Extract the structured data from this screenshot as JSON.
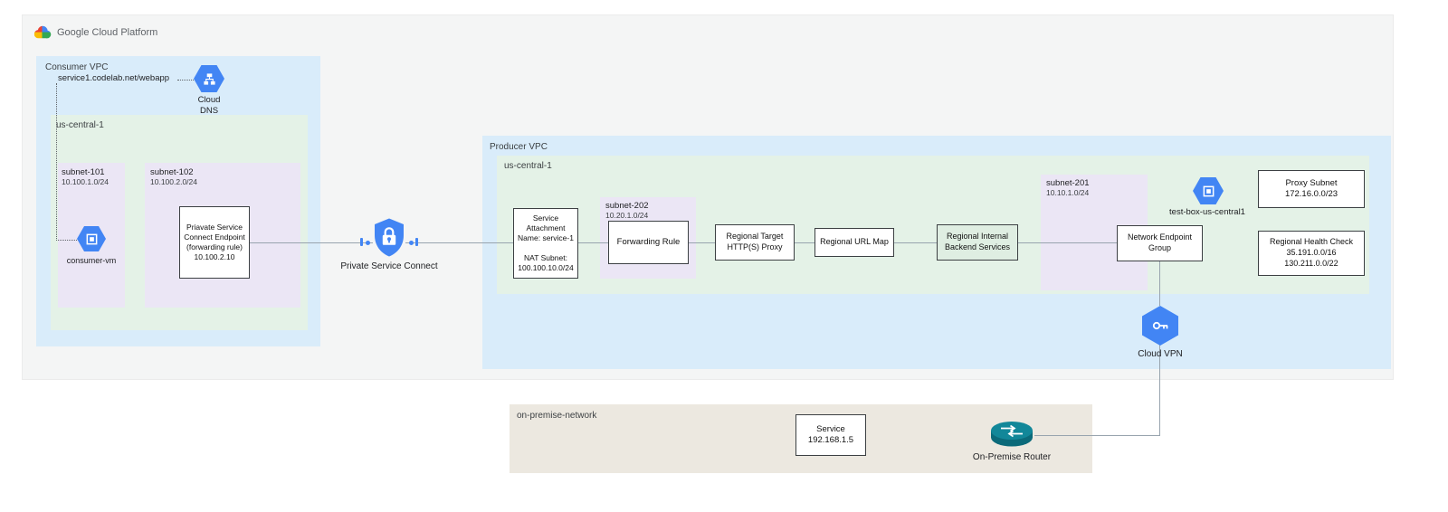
{
  "brand": "Google Cloud Platform",
  "consumer_vpc": {
    "title": "Consumer VPC",
    "region": "us-central-1",
    "dns_record": "service1.codelab.net/webapp",
    "cloud_dns_label": "Cloud\nDNS",
    "subnet101_name": "subnet-101",
    "subnet101_cidr": "10.100.1.0/24",
    "consumer_vm_label": "consumer-vm",
    "subnet102_name": "subnet-102",
    "subnet102_cidr": "10.100.2.0/24",
    "psc_endpoint_text": "Priavate Service\nConnect Endpoint\n(forwarding rule)\n10.100.2.10"
  },
  "psc_label": "Private Service Connect",
  "producer_vpc": {
    "title": "Producer VPC",
    "region": "us-central-1",
    "service_attachment_text": "Service\nAttachment\nName: service-1\n\nNAT Subnet:\n100.100.10.0/24",
    "subnet202_name": "subnet-202",
    "subnet202_cidr": "10.20.1.0/24",
    "forwarding_rule": "Forwarding Rule",
    "target_proxy": "Regional Target\nHTTP(S) Proxy",
    "url_map": "Regional URL Map",
    "backend_services": "Regional Internal\nBackend Services",
    "subnet201_name": "subnet-201",
    "subnet201_cidr": "10.10.1.0/24",
    "neg": "Network Endpoint\nGroup",
    "test_box_label": "test-box-us-central1",
    "proxy_subnet": "Proxy Subnet\n172.16.0.0/23",
    "health_check": "Regional Health Check\n35.191.0.0/16\n130.211.0.0/22",
    "cloud_vpn_label": "Cloud VPN"
  },
  "on_premise": {
    "title": "on-premise-network",
    "service_text": "Service\n192.168.1.5",
    "router_label": "On-Premise Router"
  },
  "colors": {
    "vpc_blue": "#d9ecfa",
    "region_green": "#e4f2e7",
    "subnet_purple": "#ebe6f5",
    "on_premise_beige": "#ece8e0",
    "icon_blue": "#4285f4",
    "router_teal": "#128799",
    "connector_gray": "#98a4ae"
  }
}
